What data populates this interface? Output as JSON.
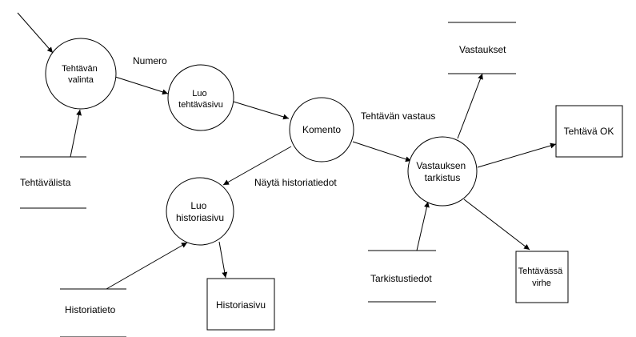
{
  "processes": {
    "tehtavan_valinta": [
      "Tehtävän",
      "valinta"
    ],
    "luo_tehtavasivu": [
      "Luo",
      "tehtäväsivu"
    ],
    "komento": [
      "Komento"
    ],
    "vastauksen_tarkistus": [
      "Vastauksen",
      "tarkistus"
    ],
    "luo_historiasivu": [
      "Luo",
      "historiasivu"
    ]
  },
  "stores": {
    "tehtavalista": "Tehtävälista",
    "vastaukset": "Vastaukset",
    "tarkistustiedot": "Tarkistustiedot",
    "historiatieto": "Historiatieto"
  },
  "entities": {
    "tehtava_ok": [
      "Tehtävä OK"
    ],
    "tehtavassa_virhe": [
      "Tehtävässä",
      "virhe"
    ],
    "historiasivu": [
      "Historiasivu"
    ]
  },
  "flow_labels": {
    "numero": "Numero",
    "tehtavan_vastaus": "Tehtävän vastaus",
    "nayta_historiatiedot": "Näytä historiatiedot"
  }
}
